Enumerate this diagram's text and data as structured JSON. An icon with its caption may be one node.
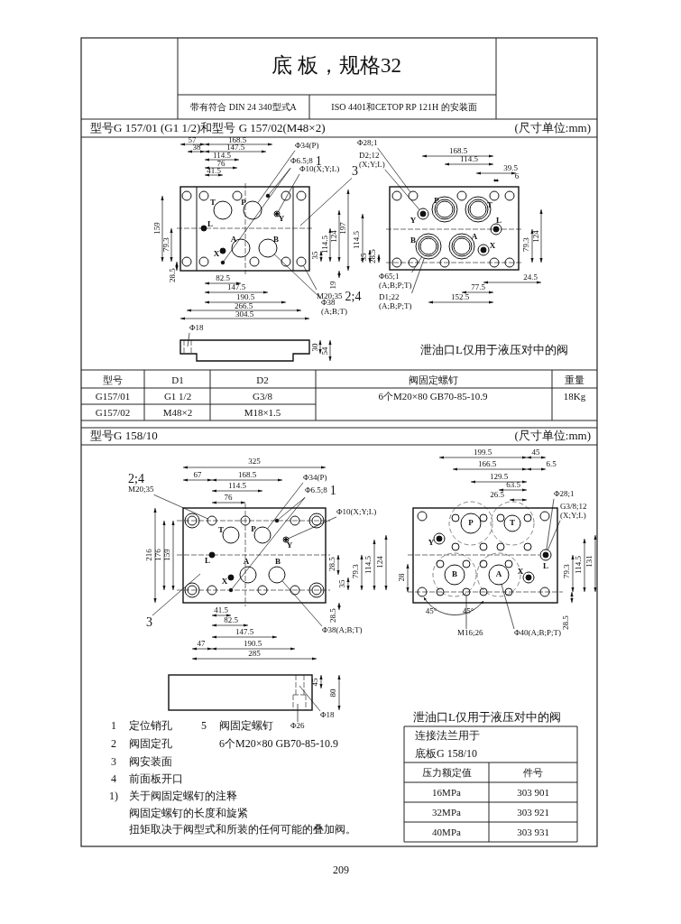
{
  "diagram": {
    "title": "底 板，规格32",
    "nodes": [
      {
        "text": [
          "Φ34(P)"
        ]
      },
      {
        "text": [
          "Φ6.5;8",
          "1"
        ]
      },
      {
        "text": [
          "Φ10(X;Y;L)"
        ]
      },
      {
        "text": [
          "3"
        ]
      },
      {
        "text": [
          "M20;35",
          "2;4"
        ]
      },
      {
        "text": [
          "Φ38",
          "(A;B;T)"
        ]
      },
      {
        "text": [
          "Φ18"
        ]
      },
      {
        "text": [
          "Φ28;1"
        ]
      },
      {
        "text": [
          "D2;12",
          "(X;Y;L)"
        ]
      },
      {
        "text": [
          "Φ65;1",
          "(A;B;P;T)"
        ]
      },
      {
        "text": [
          "D1;22",
          "(A;B;P;T)"
        ]
      },
      {
        "text": [
          "2;4",
          "M20;35"
        ]
      },
      {
        "text": [
          "Φ34(P)"
        ]
      },
      {
        "text": [
          "Φ6.5;8",
          "1"
        ]
      },
      {
        "text": [
          "Φ10(X;Y;L)"
        ]
      },
      {
        "text": [
          "3"
        ]
      },
      {
        "text": [
          "Φ38(A;B;T)"
        ]
      },
      {
        "text": [
          "Φ18"
        ]
      },
      {
        "text": [
          "Φ26"
        ]
      },
      {
        "text": [
          "Φ28;1"
        ]
      },
      {
        "text": [
          "G3/8;12",
          "(X;Y;L)"
        ]
      },
      {
        "text": [
          "M16;26"
        ]
      },
      {
        "text": [
          "Φ40(A;B;P;T)"
        ]
      },
      {
        "text": [],
        "shape": "circle"
      },
      {
        "text": [],
        "shape": "circle"
      },
      {
        "text": [],
        "shape": "circle"
      },
      {
        "text": [],
        "shape": "circle"
      },
      {
        "text": [],
        "shape": "circle"
      },
      {
        "text": [],
        "shape": "circle"
      },
      {
        "text": [],
        "shape": "circle"
      },
      {
        "text": [],
        "shape": "circle"
      },
      {
        "text": [],
        "shape": "circle"
      },
      {
        "text": [],
        "shape": "circle"
      },
      {
        "text": [],
        "shape": "circle"
      },
      {
        "text": [],
        "shape": "circle"
      },
      {
        "text": [],
        "shape": "circle"
      },
      {
        "text": [],
        "shape": "circle"
      },
      {
        "text": [],
        "shape": "circle"
      },
      {
        "text": [],
        "shape": "circle"
      },
      {
        "text": [],
        "shape": "circle"
      },
      {
        "text": [],
        "shape": "circle"
      }
    ],
    "edges": [
      {
        "from": 0,
        "to": 23,
        "arrow": "none"
      },
      {
        "from": 1,
        "to": 24,
        "arrow": "none"
      },
      {
        "from": 1,
        "to": 25,
        "arrow": "none"
      },
      {
        "from": 2,
        "to": 26,
        "arrow": "none"
      },
      {
        "from": 3,
        "to": null,
        "arrow": "none"
      },
      {
        "from": 4,
        "to": 27,
        "arrow": "none"
      },
      {
        "from": 5,
        "to": 28,
        "arrow": "none"
      },
      {
        "from": 6,
        "to": null,
        "arrow": "none"
      },
      {
        "from": 7,
        "to": 29,
        "arrow": "none"
      },
      {
        "from": 8,
        "to": 30,
        "arrow": "none"
      },
      {
        "from": 9,
        "to": 31,
        "arrow": "none"
      },
      {
        "from": 10,
        "to": 31,
        "arrow": "none"
      },
      {
        "from": 11,
        "to": 32,
        "arrow": "none"
      },
      {
        "from": 12,
        "to": 33,
        "arrow": "none"
      },
      {
        "from": 13,
        "to": 34,
        "arrow": "none"
      },
      {
        "from": 13,
        "to": 35,
        "arrow": "none"
      },
      {
        "from": 14,
        "to": 36,
        "arrow": "none"
      },
      {
        "from": 15,
        "to": null,
        "arrow": "none"
      },
      {
        "from": 16,
        "to": 37,
        "arrow": "none"
      },
      {
        "from": 17,
        "to": null,
        "arrow": "none"
      },
      {
        "from": 18,
        "to": null,
        "arrow": "none"
      },
      {
        "from": 19,
        "to": 38,
        "arrow": "none"
      },
      {
        "from": 20,
        "to": 38,
        "arrow": "none"
      },
      {
        "from": 21,
        "to": 39,
        "arrow": "none"
      },
      {
        "from": 22,
        "to": 40,
        "arrow": "none"
      }
    ],
    "labels": [
      "带有符合 DIN 24 340型式A",
      "ISO 4401和CETOP RP 121H 的安装面",
      "型号G 157/01 (G1 1/2)和型号 G 157/02(M48×2)",
      "(尺寸单位:mm)",
      "57",
      "168.5",
      "38",
      "147.5",
      "114.5",
      "76",
      "41.5",
      "T",
      "P",
      "L",
      "Y",
      "A",
      "B",
      "X",
      "159",
      "79.3",
      "28.5",
      "35",
      "114.5",
      "124",
      "197",
      "19",
      "82.5",
      "147.5",
      "190.5",
      "266.5",
      "304.5",
      "30",
      "54",
      "168.5",
      "114.5",
      "39.5",
      "6",
      "P",
      "T",
      "Y",
      "L",
      "B",
      "A",
      "X",
      "114.5",
      "35",
      "28.5",
      "79.3",
      "124",
      "24.5",
      "77.5",
      "152.5",
      "泄油口L仅用于液压对中的阀",
      "型号",
      "D1",
      "D2",
      "阀固定螺钉",
      "重量",
      "G157/01",
      "G1 1/2",
      "G3/8",
      "6个M20×80 GB70-85-10.9",
      "18Kg",
      "G157/02",
      "M48×2",
      "M18×1.5",
      "型号G 158/10",
      "(尺寸单位:mm)",
      "325",
      "67",
      "168.5",
      "114.5",
      "76",
      "T",
      "P",
      "L",
      "Y",
      "A",
      "B",
      "X",
      "216",
      "176",
      "159",
      "28.5",
      "35",
      "79.3",
      "114.5",
      "124",
      "28.5",
      "41.5",
      "82.5",
      "147.5",
      "47",
      "190.5",
      "285",
      "45",
      "80",
      "199.5",
      "45",
      "166.5",
      "6.5",
      "129.5",
      "63.5",
      "26.5",
      "P",
      "T",
      "Y",
      "L",
      "B",
      "A",
      "X",
      "28",
      "79.3",
      "114.5",
      "131",
      "28.5",
      "45°",
      "45°",
      "泄油口L仅用于液压对中的阀",
      "1",
      "定位销孔",
      "5",
      "阀固定螺钉",
      "2",
      "阀固定孔",
      "6个M20×80 GB70-85-10.9",
      "3",
      "阀安装面",
      "4",
      "前面板开口",
      "1)",
      "关于阀固定螺钉的注释",
      "阀固定螺钉的长度和旋紧",
      "扭矩取决于阀型式和所装的任何可能的叠加阀。",
      "连接法兰用于",
      "底板G 158/10",
      "压力额定值",
      "件号",
      "16MPa",
      "303 901",
      "32MPa",
      "303 921",
      "40MPa",
      "303 931",
      "209"
    ]
  }
}
